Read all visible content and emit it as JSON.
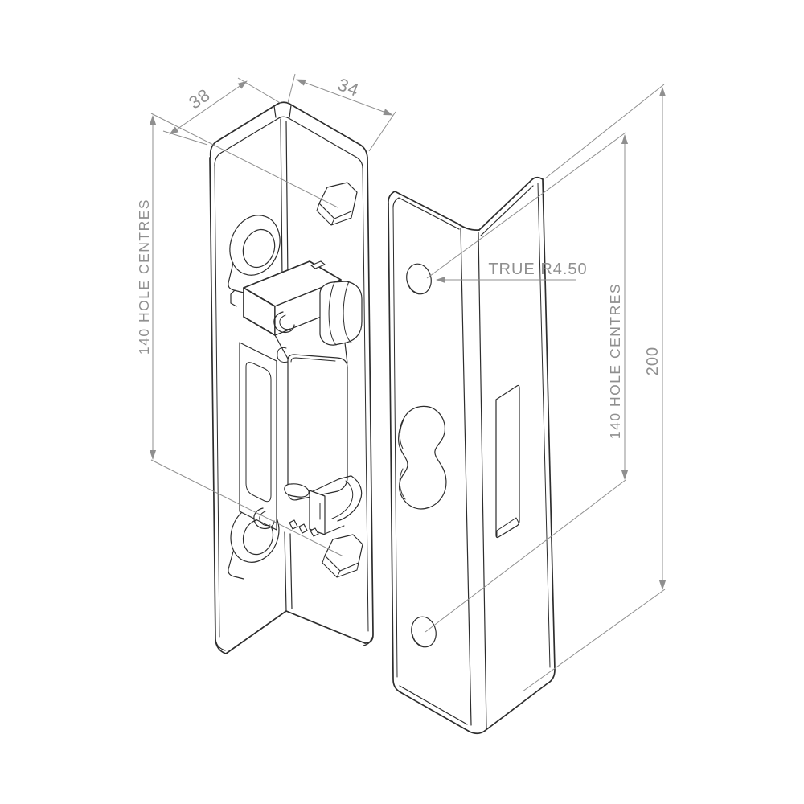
{
  "colors": {
    "background": "#ffffff",
    "edges": "#2d2d2d",
    "dimensions": "#8f8f8f"
  },
  "labels": {
    "width_left": "38",
    "width_right": "34",
    "hole_centres_left": "140 HOLE CENTRES",
    "hole_centres_right": "140 HOLE CENTRES",
    "true_radius": "TRUE R4.50",
    "height": "200"
  }
}
